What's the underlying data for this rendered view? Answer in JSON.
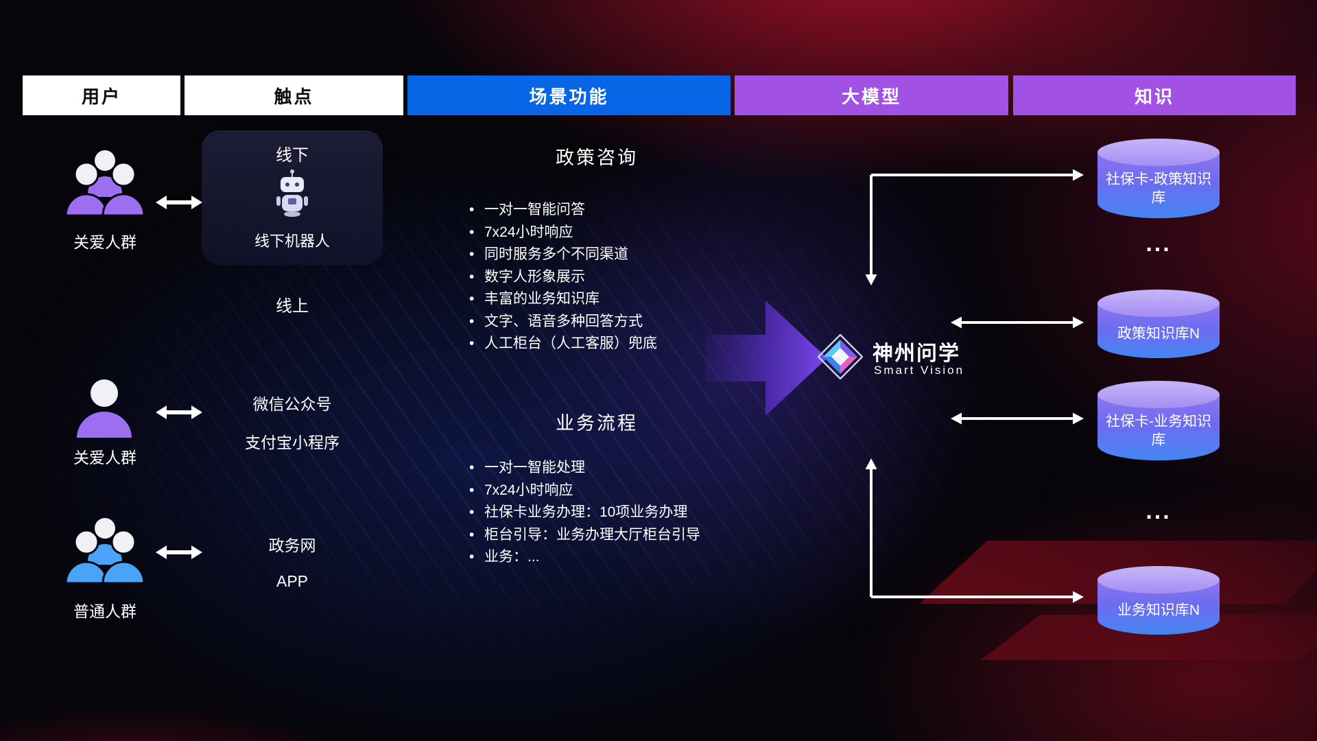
{
  "header": {
    "columns": [
      {
        "label": "用户"
      },
      {
        "label": "触点"
      },
      {
        "label": "场景功能"
      },
      {
        "label": "大模型"
      },
      {
        "label": "知识"
      }
    ]
  },
  "users": [
    {
      "label": "关爱人群"
    },
    {
      "label": "关爱人群"
    },
    {
      "label": "普通人群"
    }
  ],
  "touchpoints": {
    "offline_title": "线下",
    "offline_robot_label": "线下机器人",
    "online_title": "线上",
    "items": [
      "微信公众号",
      "支付宝小程序",
      "政务网",
      "APP"
    ]
  },
  "scenarios": [
    {
      "title": "政策咨询",
      "items": [
        "一对一智能问答",
        "7x24小时响应",
        "同时服务多个不同渠道",
        "数字人形象展示",
        "丰富的业务知识库",
        "文字、语音多种回答方式",
        "人工柜台（人工客服）兜底"
      ]
    },
    {
      "title": "业务流程",
      "items": [
        "一对一智能处理",
        "7x24小时响应",
        "社保卡业务办理：10项业务办理",
        "柜台引导：业务办理大厅柜台引导",
        "业务：..."
      ]
    }
  ],
  "model": {
    "name": "神州问学",
    "subtitle": "Smart Vision"
  },
  "knowledge": {
    "databases": [
      {
        "label": "社保卡-政策知识库"
      },
      {
        "label": "政策知识库N"
      },
      {
        "label": "社保卡-业务知识库"
      },
      {
        "label": "业务知识库N"
      }
    ],
    "ellipsis": "..."
  },
  "colors": {
    "header_blue": "#0765e6",
    "header_purple": "#a152e4",
    "user_purple": "#9d6ff0",
    "user_blue": "#4aa3f7",
    "db_top": "#c6b5f9",
    "db_body_top": "#8d76ef",
    "db_body_bottom": "#4486f2",
    "arrow_purple": "#6d3cdf",
    "background_red": "#8b0e1e"
  }
}
